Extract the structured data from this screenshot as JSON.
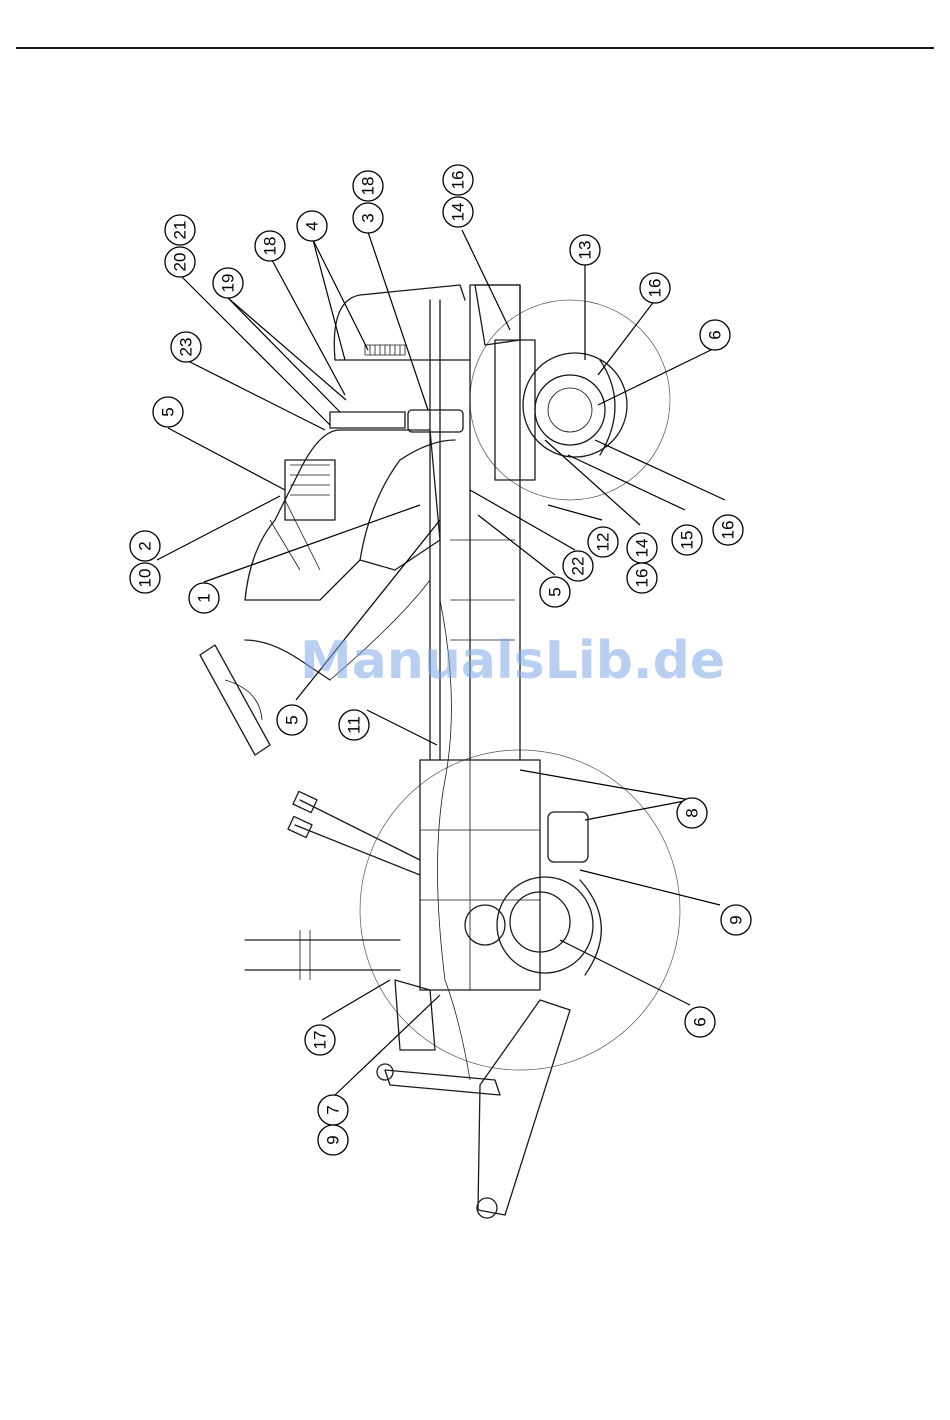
{
  "watermark": "ManualsLib.de",
  "callouts": [
    {
      "id": "c10",
      "label": "10"
    },
    {
      "id": "c2",
      "label": "2"
    },
    {
      "id": "c5a",
      "label": "5"
    },
    {
      "id": "c23",
      "label": "23"
    },
    {
      "id": "c20",
      "label": "20"
    },
    {
      "id": "c21",
      "label": "21"
    },
    {
      "id": "c19",
      "label": "19"
    },
    {
      "id": "c18a",
      "label": "18"
    },
    {
      "id": "c4",
      "label": "4"
    },
    {
      "id": "c3",
      "label": "3"
    },
    {
      "id": "c18b",
      "label": "18"
    },
    {
      "id": "c14a",
      "label": "14"
    },
    {
      "id": "c16a",
      "label": "16"
    },
    {
      "id": "c13",
      "label": "13"
    },
    {
      "id": "c16b",
      "label": "16"
    },
    {
      "id": "c6a",
      "label": "6"
    },
    {
      "id": "c16c",
      "label": "16"
    },
    {
      "id": "c15",
      "label": "15"
    },
    {
      "id": "c14b",
      "label": "14"
    },
    {
      "id": "c16d",
      "label": "16"
    },
    {
      "id": "c12",
      "label": "12"
    },
    {
      "id": "c22",
      "label": "22"
    },
    {
      "id": "c5b",
      "label": "5"
    },
    {
      "id": "c1",
      "label": "1"
    },
    {
      "id": "c5c",
      "label": "5"
    },
    {
      "id": "c11",
      "label": "11"
    },
    {
      "id": "c8",
      "label": "8"
    },
    {
      "id": "c9a",
      "label": "9"
    },
    {
      "id": "c6b",
      "label": "6"
    },
    {
      "id": "c17",
      "label": "17"
    },
    {
      "id": "c7",
      "label": "7"
    },
    {
      "id": "c9b",
      "label": "9"
    }
  ]
}
